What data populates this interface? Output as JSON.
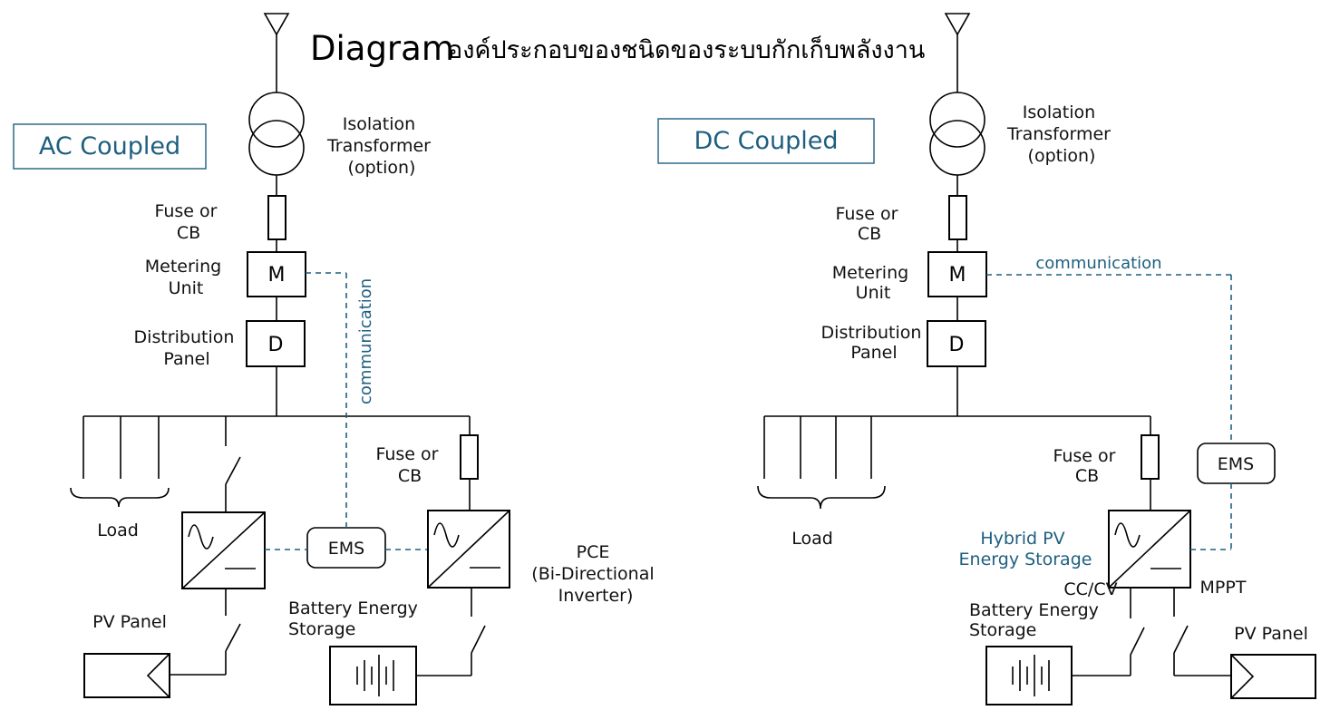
{
  "title": {
    "main": "Diagram",
    "thai": "องค์ประกอบของชนิดของระบบกักเก็บพลังงาน"
  },
  "ac": {
    "heading": "AC Coupled",
    "transformer": [
      "Isolation",
      "Transformer",
      "(option)"
    ],
    "fuse_main": [
      "Fuse or",
      "CB"
    ],
    "metering": [
      "Metering",
      "Unit"
    ],
    "metering_symbol": "M",
    "distribution": [
      "Distribution",
      "Panel"
    ],
    "distribution_symbol": "D",
    "communication": "communication",
    "fuse_branch": [
      "Fuse or",
      "CB"
    ],
    "load": "Load",
    "ems": "EMS",
    "pce": [
      "PCE",
      "(Bi-Directional",
      "Inverter)"
    ],
    "pv_panel": "PV Panel",
    "battery": [
      "Battery Energy",
      "Storage"
    ]
  },
  "dc": {
    "heading": "DC Coupled",
    "transformer": [
      "Isolation",
      "Transformer",
      "(option)"
    ],
    "fuse_main": [
      "Fuse or",
      "CB"
    ],
    "metering": [
      "Metering",
      "Unit"
    ],
    "metering_symbol": "M",
    "distribution": [
      "Distribution",
      "Panel"
    ],
    "distribution_symbol": "D",
    "communication": "communication",
    "fuse_branch": [
      "Fuse or",
      "CB"
    ],
    "ems": "EMS",
    "load": "Load",
    "hybrid": [
      "Hybrid PV",
      "Energy Storage"
    ],
    "ccv": "CC/CV",
    "battery": [
      "Battery Energy",
      "Storage"
    ],
    "mppt": "MPPT",
    "pv_panel": "PV Panel"
  },
  "colors": {
    "accent": "#1e5f80",
    "line": "#000000"
  }
}
